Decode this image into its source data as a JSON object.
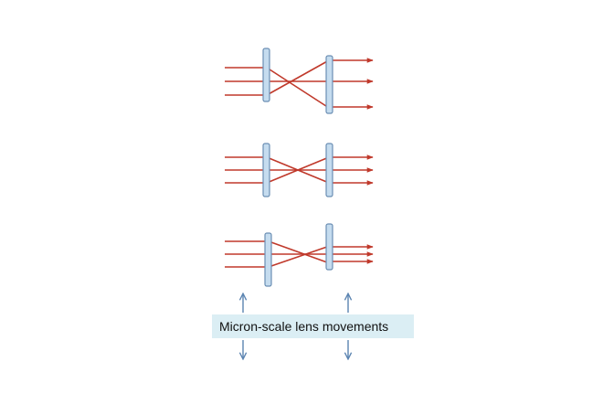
{
  "caption": {
    "text": "Micron-scale lens movements"
  },
  "colors": {
    "ray": "#c0392b",
    "lens_fill": "#c5dcef",
    "lens_stroke": "#6b8eb3",
    "caption_bg": "#dbeef4",
    "arrow": "#5b84b1"
  },
  "icons": {
    "ray_arrowhead": "arrow-right",
    "movement_arrow": "double-arrow-vertical"
  }
}
